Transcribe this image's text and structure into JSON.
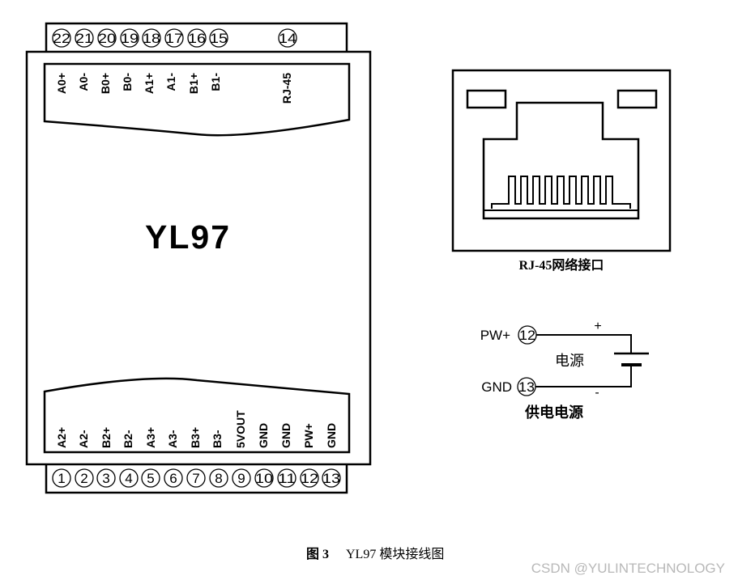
{
  "module": {
    "model": "YL97",
    "top_labels": [
      "A0+",
      "A0-",
      "B0+",
      "B0-",
      "A1+",
      "A1-",
      "B1+",
      "B1-",
      "RJ-45"
    ],
    "top_pins": [
      "22",
      "21",
      "20",
      "19",
      "18",
      "17",
      "16",
      "15",
      "14"
    ],
    "bottom_labels": [
      "A2+",
      "A2-",
      "B2+",
      "B2-",
      "A3+",
      "A3-",
      "B3+",
      "B3-",
      "5VOUT",
      "GND",
      "GND",
      "PW+",
      "GND"
    ],
    "bottom_pins": [
      "1",
      "2",
      "3",
      "4",
      "5",
      "6",
      "7",
      "8",
      "9",
      "10",
      "11",
      "12",
      "13"
    ]
  },
  "rj45": {
    "caption": "RJ-45网络接口"
  },
  "power": {
    "pw_label": "PW+",
    "pw_pin": "12",
    "gnd_label": "GND",
    "gnd_pin": "13",
    "plus": "+",
    "minus": "-",
    "source_label": "电源",
    "caption": "供电电源"
  },
  "figure": {
    "number": "图 3",
    "title": "YL97  模块接线图"
  },
  "watermark": "CSDN @YULINTECHNOLOGY"
}
